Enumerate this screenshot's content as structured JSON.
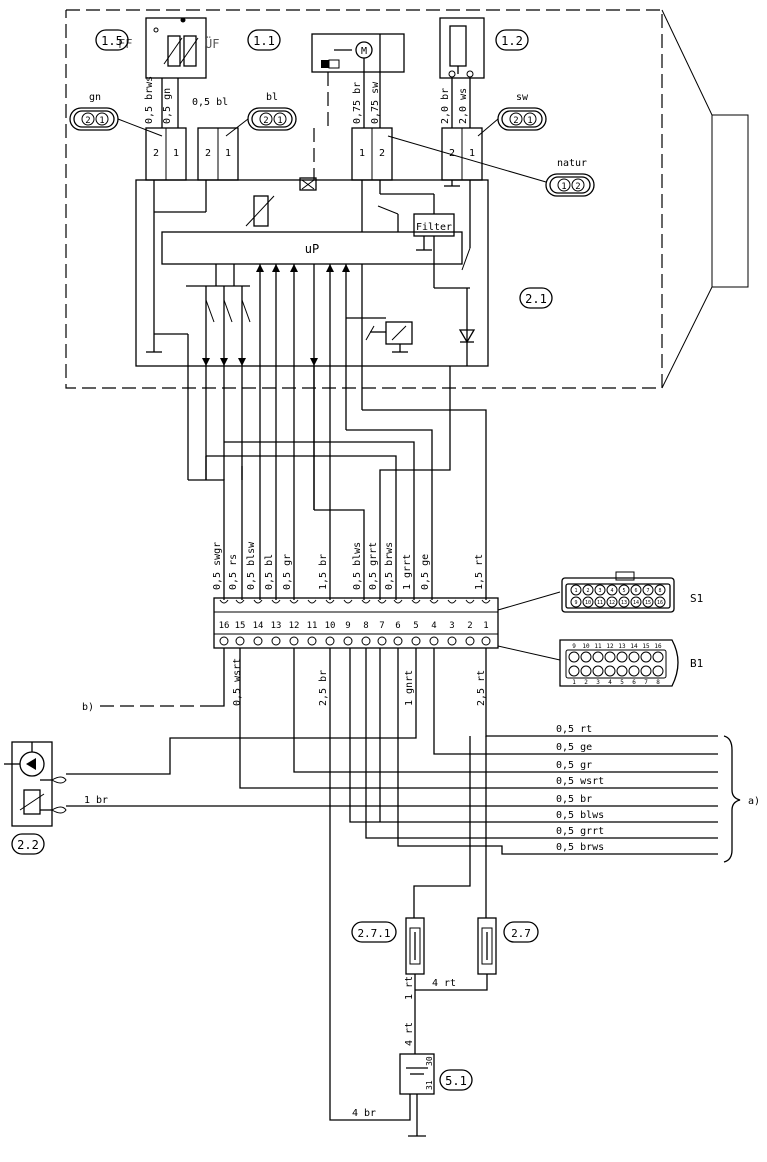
{
  "components": {
    "c1_5": "1.5",
    "c1_1": "1.1",
    "c1_2": "1.2",
    "c2_1": "2.1",
    "c2_2": "2.2",
    "c2_7_1": "2.7.1",
    "c2_7": "2.7",
    "c5_1": "5.1",
    "ff": "FF",
    "uf": "ÜF",
    "up": "uP",
    "filter": "Filter",
    "motor": "M"
  },
  "connectors": {
    "gn": "gn",
    "bl": "bl",
    "sw": "sw",
    "natur": "natur",
    "pin1": "1",
    "pin2": "2"
  },
  "wire_labels_top": {
    "w_brws": "0,5 brws",
    "w_gn": "0,5 gn",
    "w_bl_h": "0,5 bl",
    "w_075br": "0,75 br",
    "w_075sw": "0,75 sw",
    "w_20br": "2,0 br",
    "w_20ws": "2,0 ws"
  },
  "plug_wires_upper": [
    "0,5 swgr",
    "0,5 rs",
    "0,5 blsw",
    "0,5 bl",
    "0,5 gr",
    "1,5 br",
    "0,5 blws",
    "0,5 grrt",
    "0,5 brws",
    "1 grrt",
    "0,5 ge",
    "1,5 rt"
  ],
  "plug_pins": [
    "16",
    "15",
    "14",
    "13",
    "12",
    "11",
    "10",
    "9",
    "8",
    "7",
    "6",
    "5",
    "4",
    "3",
    "2",
    "1"
  ],
  "plug_wires_lower": {
    "wsrt": "0,5 wsrt",
    "br25": "2,5 br",
    "gnrt": "1 gnrt",
    "rt25": "2,5 rt"
  },
  "harness_wires": [
    "0,5 rt",
    "0,5 ge",
    "0,5 gr",
    "0,5 wsrt",
    "0,5 br",
    "0,5 blws",
    "0,5 grrt",
    "0,5 brws"
  ],
  "misc": {
    "s1": "S1",
    "b1": "B1",
    "a": "a)",
    "b": "b)",
    "br1": "1 br",
    "rt4": "4 rt",
    "rt4v": "4 rt",
    "rt1v": "1 rt",
    "br4": "4 br",
    "p30": "30",
    "p31": "31"
  },
  "s1_pins_top": [
    "1",
    "2",
    "3",
    "4",
    "5",
    "6",
    "7",
    "8"
  ],
  "s1_pins_bottom": [
    "9",
    "10",
    "11",
    "12",
    "13",
    "14",
    "15",
    "16"
  ],
  "b1_pins_top": [
    "9",
    "10",
    "11",
    "12",
    "13",
    "14",
    "15",
    "16"
  ],
  "b1_pins_bottom": [
    "1",
    "2",
    "3",
    "4",
    "5",
    "6",
    "7",
    "8"
  ]
}
